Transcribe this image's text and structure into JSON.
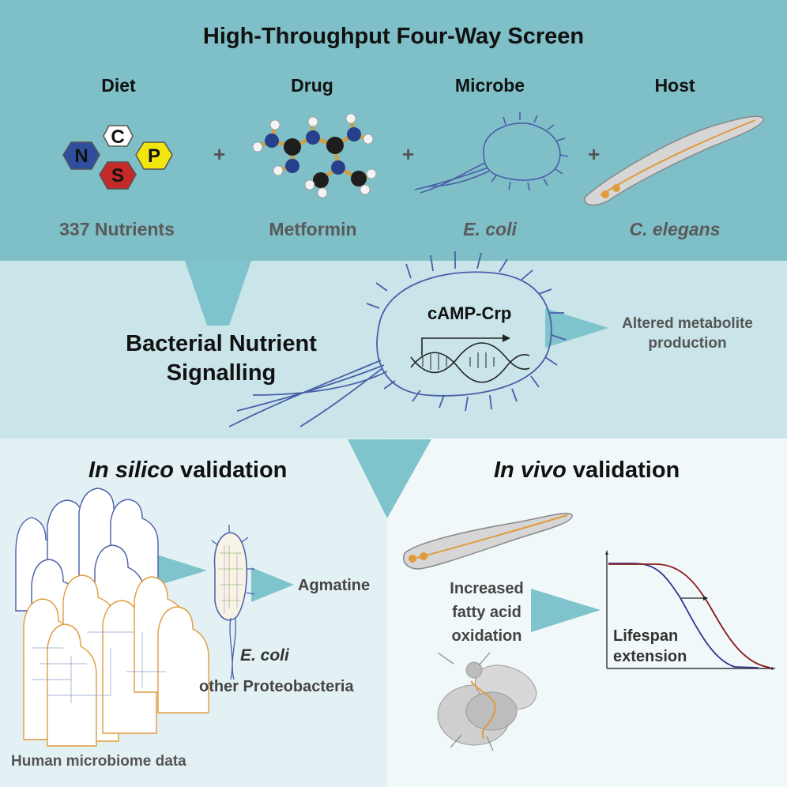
{
  "screen": {
    "title": "High-Throughput Four-Way Screen",
    "columns": [
      {
        "heading": "Diet",
        "subtitle": "337 Nutrients"
      },
      {
        "heading": "Drug",
        "subtitle": "Metformin"
      },
      {
        "heading": "Microbe",
        "subtitle": "E. coli"
      },
      {
        "heading": "Host",
        "subtitle": "C. elegans"
      }
    ],
    "plus_sign": "+",
    "nutrient_hexagons": [
      "C",
      "N",
      "P",
      "S"
    ]
  },
  "signalling": {
    "title_line1": "Bacterial Nutrient",
    "title_line2": "Signalling",
    "regulator": "cAMP-Crp",
    "output_line1": "Altered metabolite",
    "output_line2": "production"
  },
  "in_silico": {
    "title_emphasis": "In silico",
    "title_rest": " validation",
    "product": "Agmatine",
    "organism": "E. coli",
    "organism_group": "other Proteobacteria",
    "data_source": "Human microbiome data"
  },
  "in_vivo": {
    "title_emphasis": "In vivo",
    "title_rest": " validation",
    "effect_line1": "Increased",
    "effect_line2": "fatty acid",
    "effect_line3": "oxidation",
    "outcome_line1": "Lifespan",
    "outcome_line2": "extension"
  },
  "colors": {
    "top_band": "#7fbfc7",
    "mid_band": "#c9e5ea",
    "arrow": "#7fc3cc",
    "worm_line": "#e09b3d",
    "bacteria_outline": "#4a5ea8",
    "survival_control": "#2e3a8c",
    "survival_treated": "#8b1a1a",
    "hex_C": "#ffffff",
    "hex_N": "#2f4f9e",
    "hex_P": "#f2e60f",
    "hex_S": "#c42a2a"
  }
}
